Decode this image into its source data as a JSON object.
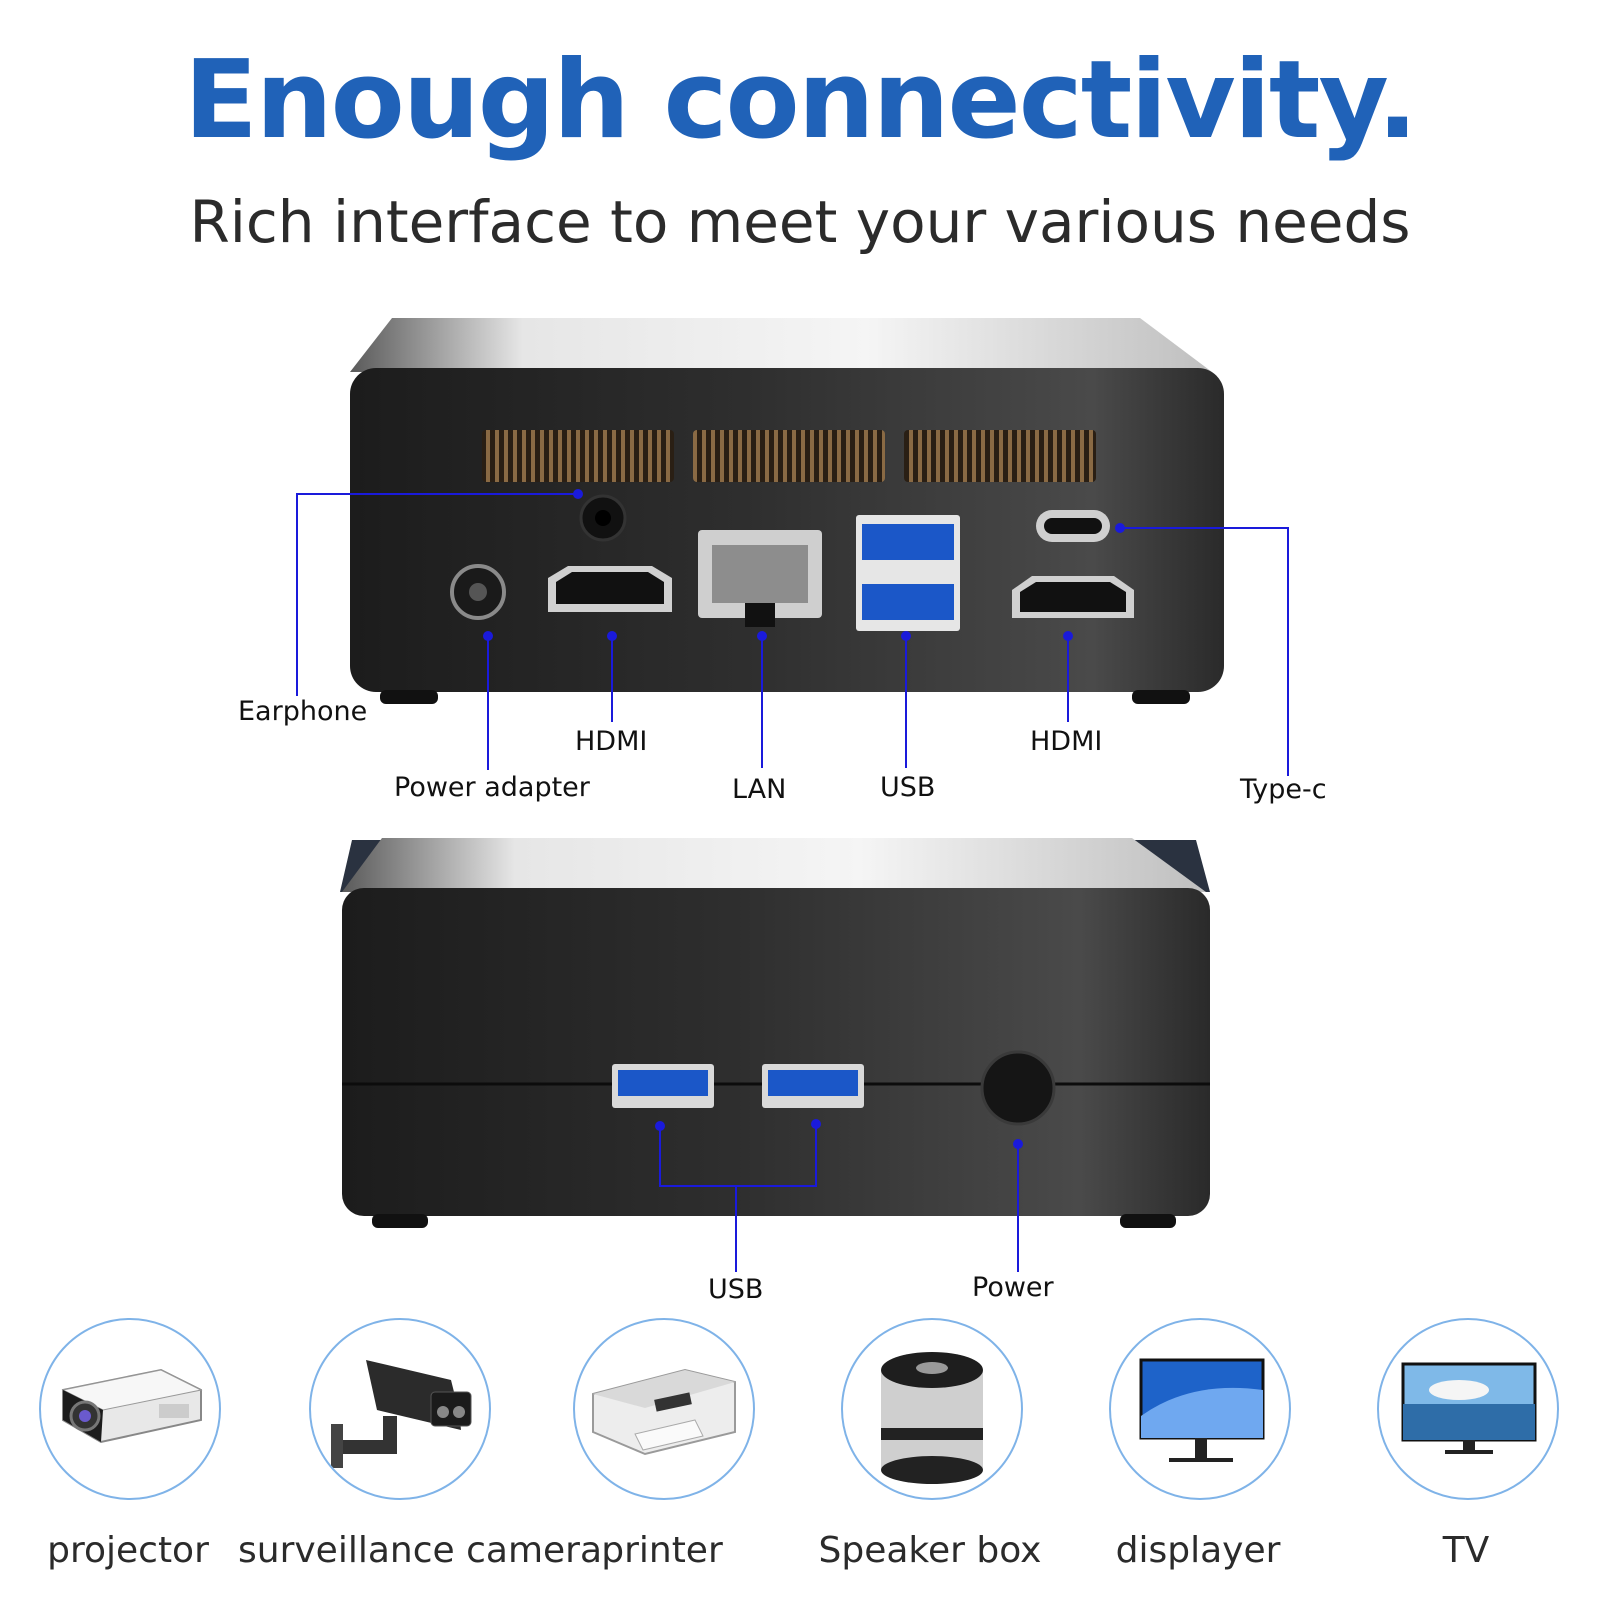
{
  "colors": {
    "title": "#2062b8",
    "callout": "#1a1adb",
    "circle_border": "#7fb3e8"
  },
  "heading": {
    "title": "Enough connectivity.",
    "subtitle": "Rich interface to meet your various needs"
  },
  "rear_panel": {
    "ports": {
      "earphone": "Earphone",
      "power_adapter": "Power adapter",
      "hdmi_1": "HDMI",
      "lan": "LAN",
      "usb": "USB",
      "hdmi_2": "HDMI",
      "type_c": "Type-c"
    }
  },
  "front_panel": {
    "ports": {
      "usb": "USB",
      "power": "Power"
    }
  },
  "devices": [
    {
      "label": "projector",
      "icon": "projector-icon"
    },
    {
      "label": "surveillance camera",
      "icon": "camera-icon"
    },
    {
      "label": "printer",
      "icon": "printer-icon"
    },
    {
      "label": "Speaker box",
      "icon": "speaker-icon"
    },
    {
      "label": "displayer",
      "icon": "monitor-icon"
    },
    {
      "label": "TV",
      "icon": "tv-icon"
    }
  ]
}
